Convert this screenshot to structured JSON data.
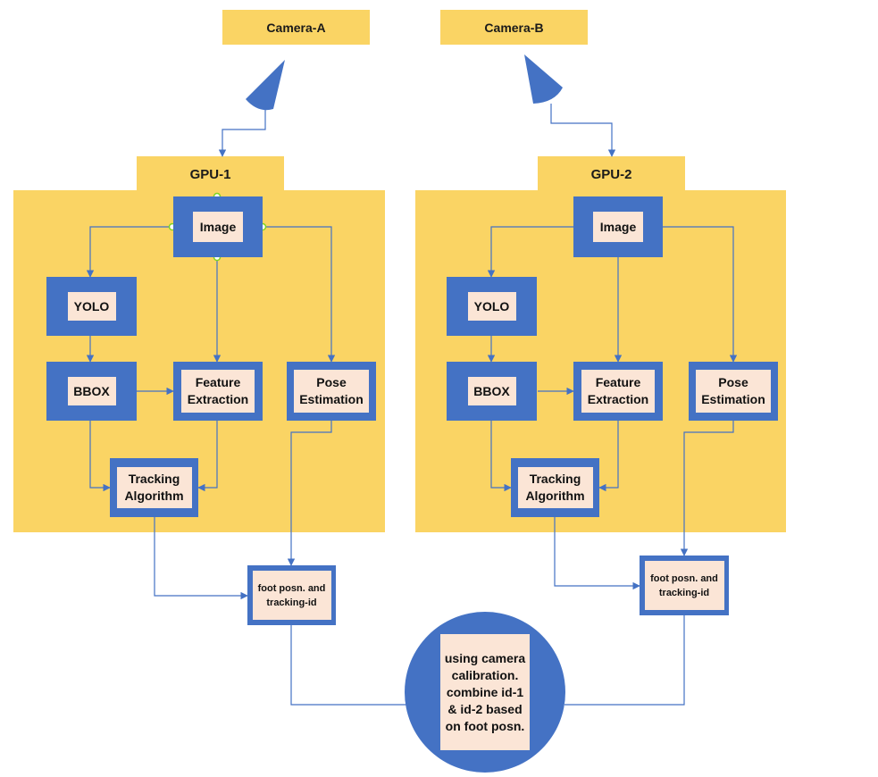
{
  "cameras": {
    "a": {
      "label": "Camera-A"
    },
    "b": {
      "label": "Camera-B"
    }
  },
  "gpu1": {
    "label": "GPU-1",
    "image": "Image",
    "yolo": "YOLO",
    "bbox": "BBOX",
    "feature_extraction": "Feature Extraction",
    "pose_estimation": "Pose Estimation",
    "tracking_algorithm": "Tracking Algorithm"
  },
  "gpu2": {
    "label": "GPU-2",
    "image": "Image",
    "yolo": "YOLO",
    "bbox": "BBOX",
    "feature_extraction": "Feature Extraction",
    "pose_estimation": "Pose Estimation",
    "tracking_algorithm": "Tracking Algorithm"
  },
  "outputs": {
    "left": "foot posn. and tracking-id",
    "right": "foot posn. and tracking-id"
  },
  "merge": {
    "text": "using camera calibration. combine id-1 & id-2 based on foot posn."
  },
  "colors": {
    "yellow": "#fad464",
    "blue": "#4472c4",
    "peach": "#fbe5d6",
    "connector": "#4472c4",
    "handle": "#7ed321"
  }
}
